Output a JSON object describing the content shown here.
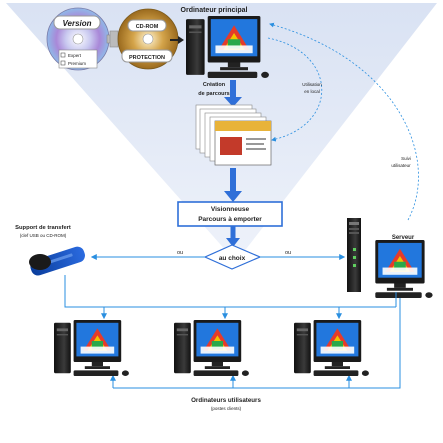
{
  "title": "Ordinateur principal",
  "version_disc": {
    "label": "Version",
    "options": [
      "Expert",
      "Premium"
    ]
  },
  "cdrom_disc": {
    "top_label": "CD-ROM",
    "bottom_label": "PROTECTION"
  },
  "creation_label": [
    "Création",
    "de parcours"
  ],
  "local_label": [
    "Utilisation",
    "en local"
  ],
  "suivi_label": [
    "Suivi",
    "utilisateur"
  ],
  "viewer_box": [
    "Visionneuse",
    "Parcours à emporter"
  ],
  "choice_label": "au choix",
  "ou_left": "ou",
  "ou_right": "ou",
  "transfer_label": [
    "Support de transfert",
    "(clef USB ou CD-ROM)"
  ],
  "server_label": "Serveur",
  "users_label": [
    "Ordinateurs utilisateurs",
    "(postes clients)"
  ],
  "screen_text": "BERGAME",
  "colors": {
    "flow_arrow": "#2f6fd8",
    "line": "#2a8fe0",
    "beam": "#dfe6f4",
    "screen": "#2277dd"
  }
}
